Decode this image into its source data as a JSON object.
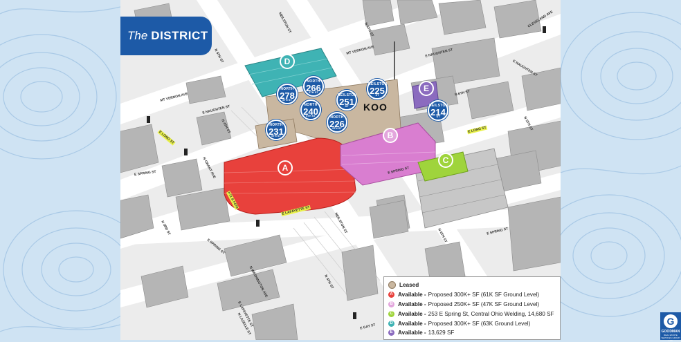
{
  "title": {
    "prefix": "The",
    "main": "DISTRICT"
  },
  "colors": {
    "brand_blue": "#1d5aa7",
    "building_a": "#e8413c",
    "building_b": "#d97ed0",
    "building_c": "#9fd43c",
    "building_d": "#3fb3b4",
    "building_e": "#8b6bbf",
    "leased": "#c9b7a0"
  },
  "buildings": [
    {
      "id": "A",
      "letter": "A"
    },
    {
      "id": "B",
      "letter": "B"
    },
    {
      "id": "C",
      "letter": "C"
    },
    {
      "id": "D",
      "letter": "D"
    },
    {
      "id": "E",
      "letter": "E"
    }
  ],
  "address_pins": [
    {
      "street": "NORTH",
      "number": "266",
      "street2": "5TH ST"
    },
    {
      "street": "NORTH",
      "number": "278",
      "street2": "5TH ST"
    },
    {
      "street": "NEILSTON",
      "number": "251",
      "street2": "ST"
    },
    {
      "street": "NEILSTON",
      "number": "225",
      "street2": "ST"
    },
    {
      "street": "NORTH",
      "number": "240",
      "street2": "5TH ST"
    },
    {
      "street": "NORTH",
      "number": "226",
      "street2": "5TH ST"
    },
    {
      "street": "NEILSTON",
      "number": "214",
      "street2": "ST"
    },
    {
      "street": "NORTH",
      "number": "231",
      "street2": "5TH ST"
    }
  ],
  "landmark": "KOO",
  "streets": {
    "neilston_top": "NEILSTON ST",
    "n5th_top": "N 5TH ST",
    "mt_vernon_right": "MT VERNON AVE",
    "e_naughten_right": "E NAUGHTEN ST",
    "n6th_top": "N 6TH ST",
    "cleveland": "CLEVELAND AVE",
    "mt_vernon_left": "MT VERNON AVE",
    "e_naughten_left": "E NAUGHTEN ST",
    "e_naughten_mid": "E NAUGHTEN ST",
    "n6th_mid": "N 6TH ST",
    "n4th": "N 4TH ST",
    "e_long": "E LONG ST",
    "e_long_2": "E LONG ST",
    "n5th_mid": "N 5TH ST",
    "n_grant": "N GRANT AVE",
    "i71": "I-71 & I-670",
    "e_spring_center": "E SPRING ST",
    "e_spring_left": "E SPRING ST",
    "e_spring_right": "E SPRING ST",
    "e_spring_lower": "E SPRING ST",
    "n_3rd": "N 3RD ST",
    "e_lafayette": "E LAFAYETTE ST",
    "neilston_lower": "NEILSTON ST",
    "n6th_lower": "N 6TH ST",
    "n_washington": "N WASHINGTON AVE",
    "e_lafayette_2": "E LAFAYETTE ST",
    "n4th_lower": "N 4TH ST",
    "n_lazelle": "N LAZELLE ST",
    "e_gay": "E GAY ST"
  },
  "legend": [
    {
      "key": "leased",
      "marker": "",
      "label": "Leased",
      "detail": ""
    },
    {
      "key": "a",
      "marker": "A",
      "label": "Available -",
      "detail": "Proposed 300K+ SF (61K SF Ground Level)"
    },
    {
      "key": "b",
      "marker": "B",
      "label": "Available -",
      "detail": "Proposed 250K+ SF (47K SF Ground Level)"
    },
    {
      "key": "c",
      "marker": "C",
      "label": "Available -",
      "detail": "253 E Spring St, Central Ohio Welding, 14,680 SF"
    },
    {
      "key": "d",
      "marker": "D",
      "label": "Available -",
      "detail": "Proposed 300K+ SF (63K Ground Level)"
    },
    {
      "key": "e",
      "marker": "E",
      "label": "Available -",
      "detail": "13,629 SF"
    }
  ],
  "logo": {
    "letter": "G",
    "name": "GOODMAN",
    "tagline": "REAL ESTATE SERVICES GROUP LLC"
  }
}
